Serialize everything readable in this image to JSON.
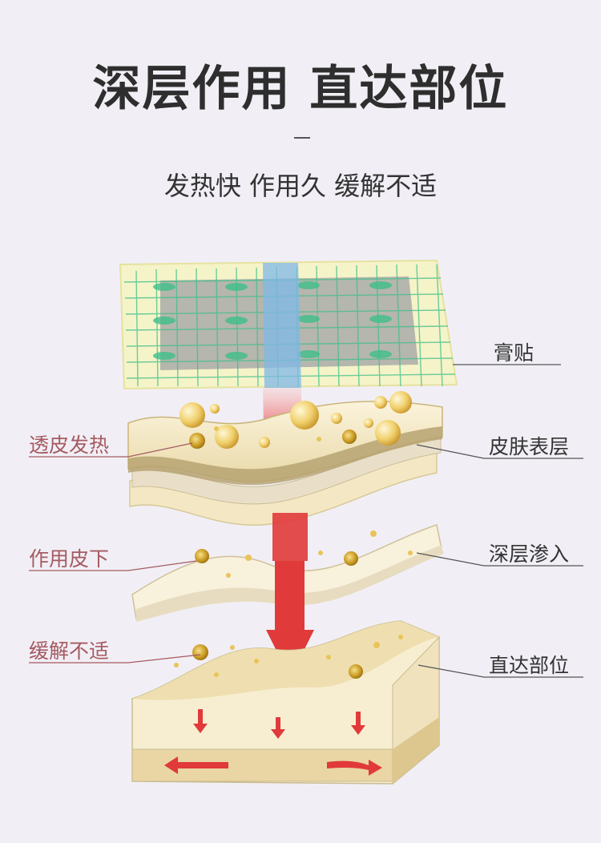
{
  "heading": {
    "title": "深层作用 直达部位",
    "subtitle": "发热快 作用久 缓解不适"
  },
  "labels": {
    "left": [
      "透皮发热",
      "作用皮下",
      "缓解不适"
    ],
    "right": [
      "膏贴",
      "皮肤表层",
      "深层渗入",
      "直达部位"
    ]
  },
  "colors": {
    "background": "#f1eff5",
    "left_label": "#a65a62",
    "right_label": "#333333",
    "arrow": "#e03a3a",
    "skin": "#f6ecd0",
    "gold": "#e8c45a",
    "patch_grid": "#3fbf8a",
    "patch_stripe": "#7fb8e8"
  }
}
